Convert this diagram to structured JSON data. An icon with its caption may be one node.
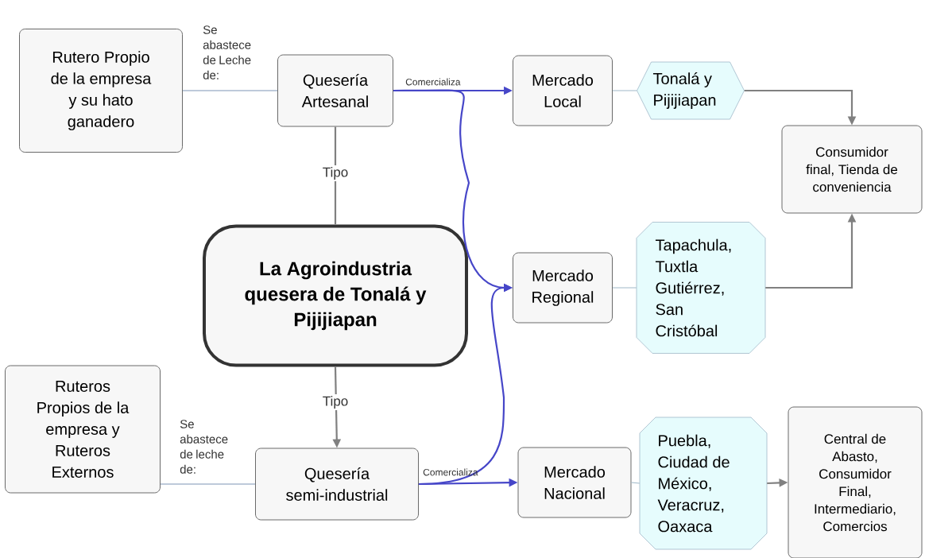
{
  "diagram": {
    "nodes": [
      {
        "text": [
          "La Agroindustria quesera de Tonalá y Pijijiapan"
        ]
      },
      {
        "text": [
          "Rutero Propio de la empresa y su hato ganadero"
        ]
      },
      {
        "text": [
          "Quesería Artesanal"
        ]
      },
      {
        "text": [
          "Mercado Local"
        ]
      },
      {
        "text": [
          "Tonalá y Pijijiapan"
        ]
      },
      {
        "text": [
          "Consumidor final, Tienda de conveniencia"
        ]
      },
      {
        "text": [
          "Mercado Regional"
        ]
      },
      {
        "text": [
          "Tapachula, Tuxtla Gutiérrez, San Cristóbal"
        ]
      },
      {
        "text": [
          "Ruteros Propios de la empresa y Ruteros Externos"
        ]
      },
      {
        "text": [
          "Quesería semi-industrial"
        ]
      },
      {
        "text": [
          "Mercado Nacional"
        ]
      },
      {
        "text": [
          "Puebla, Ciudad de México, Veracruz, Oaxaca"
        ]
      },
      {
        "text": [
          "Central de Abasto, Consumidor Final, Intermediario, Comercios"
        ]
      }
    ],
    "edges": [
      {
        "from": 0,
        "to": 2,
        "arrow": "none",
        "label": "Tipo"
      },
      {
        "from": 0,
        "to": 9,
        "arrow": "to",
        "label": "Tipo"
      },
      {
        "from": 2,
        "to": 1,
        "arrow": "none",
        "label": "Se abastece de Leche de:",
        "color": "#7f95b5"
      },
      {
        "from": 9,
        "to": 8,
        "arrow": "none",
        "label": "Se abastece de leche de:",
        "color": "#7f95b5"
      },
      {
        "from": 2,
        "to": 3,
        "arrow": "to",
        "label": "Comercializa",
        "color": "#4646c8"
      },
      {
        "from": 2,
        "to": 6,
        "arrow": "to",
        "color": "#4646c8"
      },
      {
        "from": 9,
        "to": 10,
        "arrow": "to",
        "label": "Comercializa",
        "color": "#4646c8"
      },
      {
        "from": 9,
        "to": 6,
        "arrow": "to",
        "color": "#4646c8"
      },
      {
        "from": 3,
        "to": 4,
        "arrow": "none",
        "color": "#9fb8c8"
      },
      {
        "from": 6,
        "to": 7,
        "arrow": "none",
        "color": "#9fb8c8"
      },
      {
        "from": 10,
        "to": 11,
        "arrow": "none",
        "color": "#9fb8c8"
      },
      {
        "from": 4,
        "to": 5,
        "arrow": "to"
      },
      {
        "from": 7,
        "to": 5,
        "arrow": "to"
      },
      {
        "from": 11,
        "to": 12,
        "arrow": "to"
      }
    ]
  }
}
